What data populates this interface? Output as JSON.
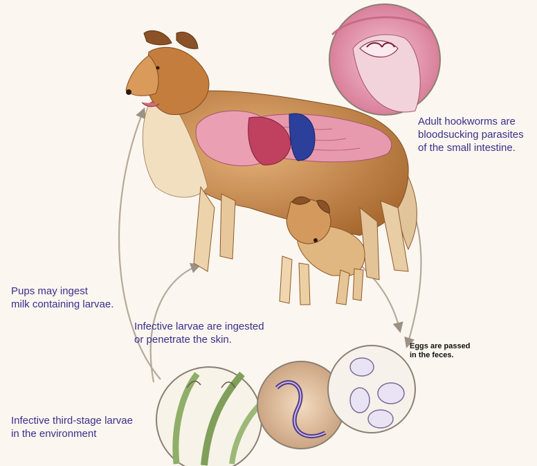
{
  "labels": {
    "adult": [
      "Adult hookworms are",
      "bloodsucking parasites",
      "of the small intestine."
    ],
    "eggs": [
      "Eggs are passed",
      "in the feces."
    ],
    "pups": [
      "Pups may ingest",
      "milk containing larvae."
    ],
    "infective_ingested": [
      "Infective larvae are ingested",
      "or penetrate the skin."
    ],
    "environment": [
      "Infective third-stage larvae",
      "in the environment"
    ]
  },
  "colors": {
    "label_text": "#3a2f8c",
    "fur": "#c98a4a",
    "fur_light": "#efd9b4",
    "intestine": "#e79aae",
    "liver": "#c0405f",
    "stomach_blue": "#2c3f9a",
    "arrow": "#b5a99b",
    "inset_pink": "#e9a9bd"
  }
}
